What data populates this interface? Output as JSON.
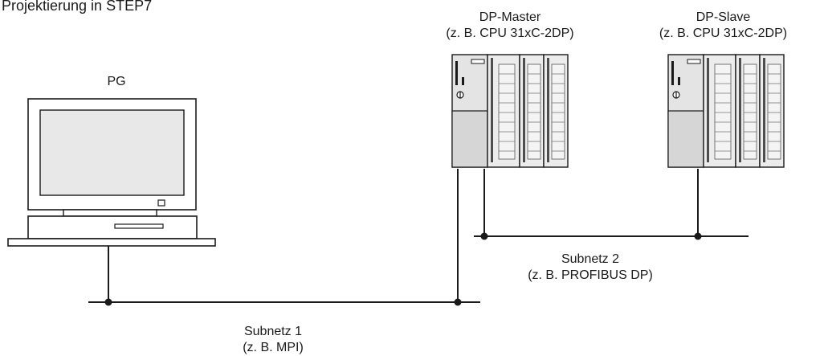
{
  "title": "Projektierung in STEP7",
  "pg": {
    "label": "PG"
  },
  "master": {
    "line1": "DP-Master",
    "line2": "(z. B. CPU 31xC-2DP)"
  },
  "slave": {
    "line1": "DP-Slave",
    "line2": "(z. B. CPU 31xC-2DP)"
  },
  "subnet1": {
    "line1": "Subnetz 1",
    "line2": "(z. B. MPI)"
  },
  "subnet2": {
    "line1": "Subnetz 2",
    "line2": "(z. B. PROFIBUS DP)"
  }
}
